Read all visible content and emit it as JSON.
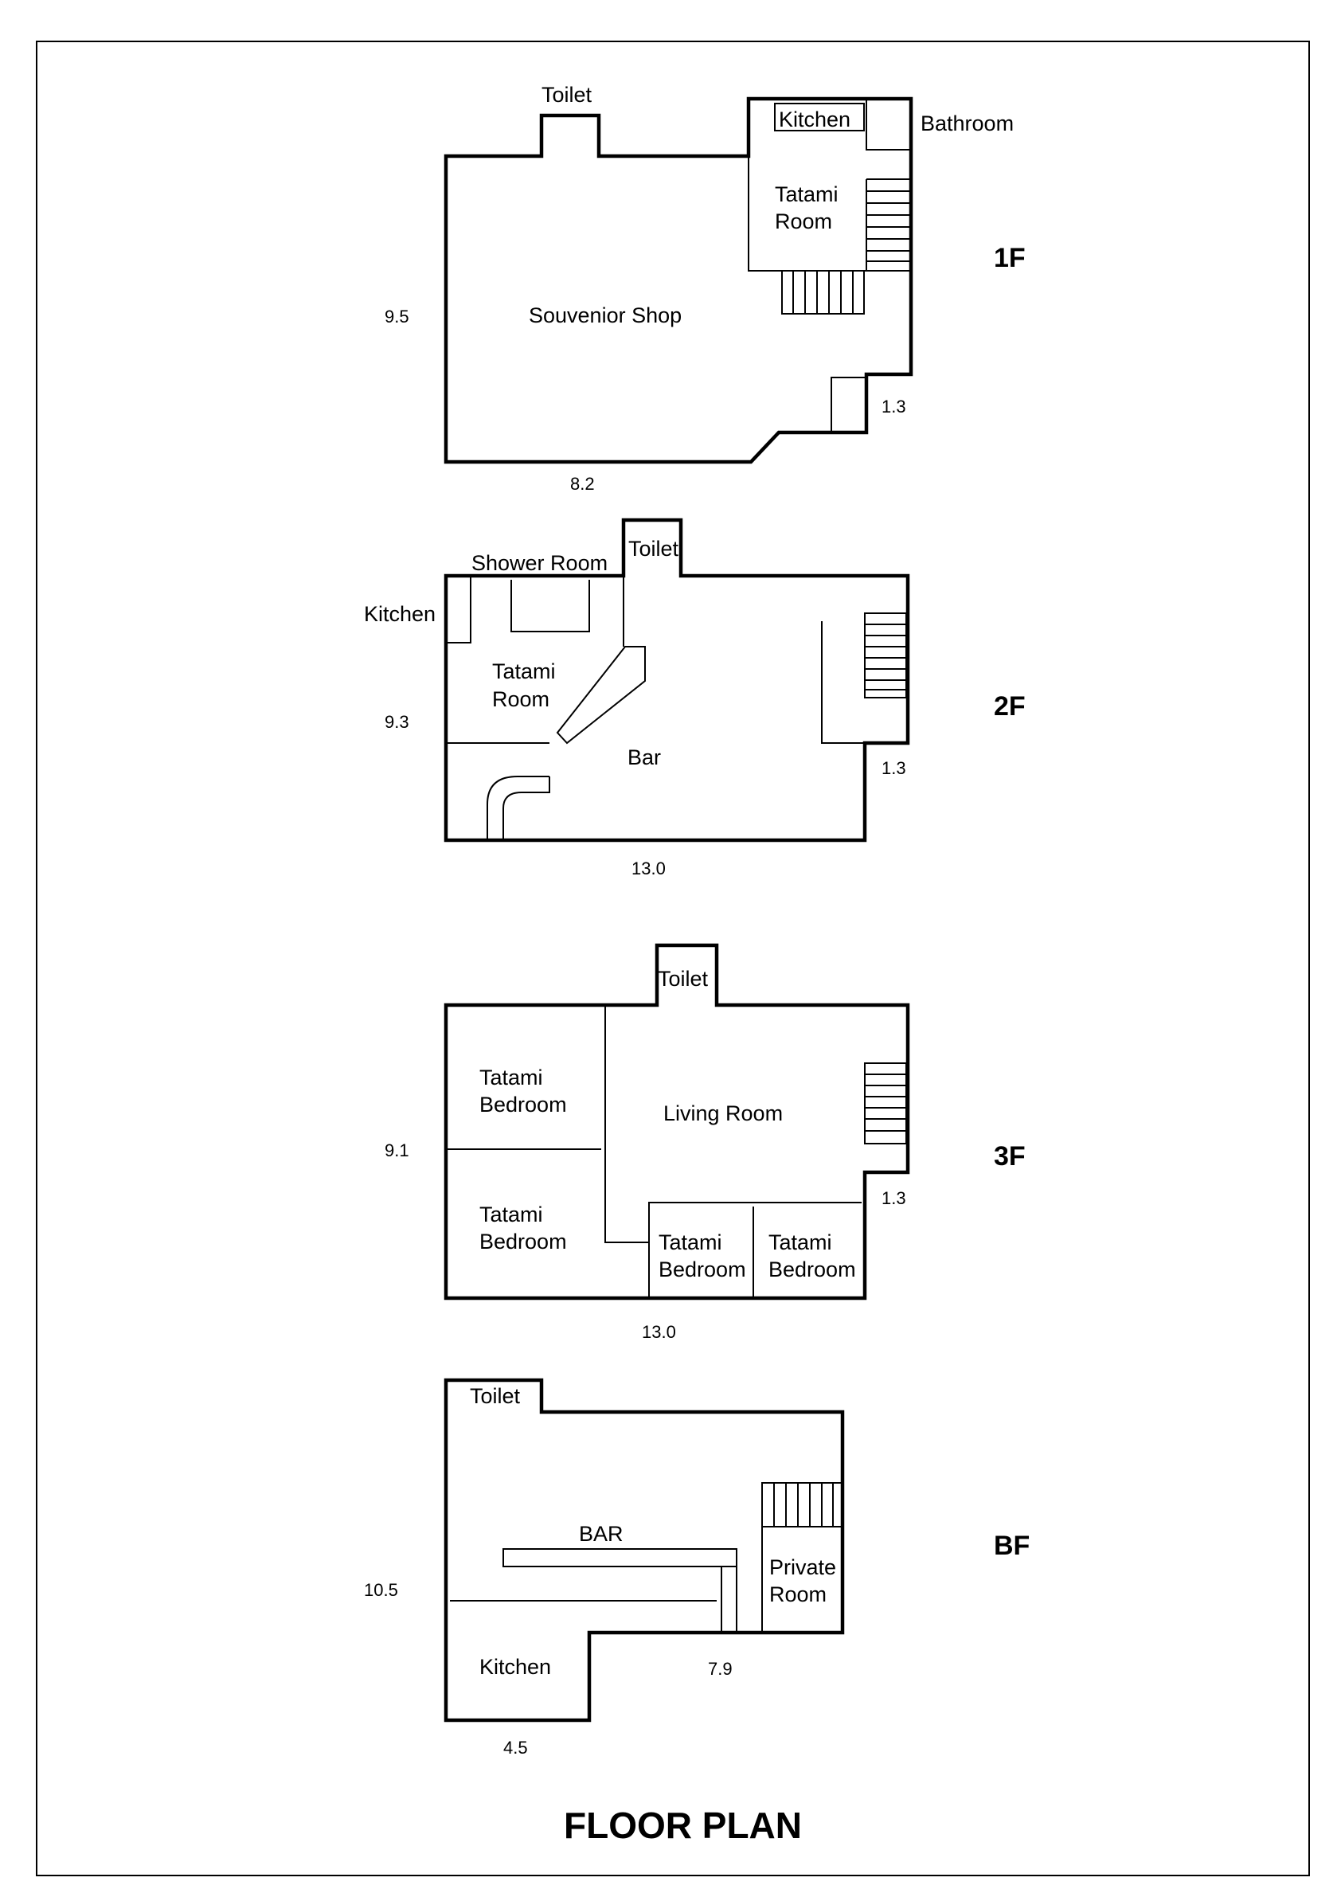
{
  "title": "FLOOR PLAN",
  "floors": {
    "f1": {
      "name": "1F",
      "rooms": {
        "toilet": "Toilet",
        "kitchen": "Kitchen",
        "bathroom": "Bathroom",
        "tatami_1": "Tatami",
        "tatami_2": "Room",
        "shop": "Souvenior Shop"
      },
      "dims": {
        "height": "9.5",
        "width": "8.2",
        "step": "1.3"
      }
    },
    "f2": {
      "name": "2F",
      "rooms": {
        "shower": "Shower Room",
        "toilet": "Toilet",
        "kitchen": "Kitchen",
        "tatami_1": "Tatami",
        "tatami_2": "Room",
        "bar": "Bar"
      },
      "dims": {
        "height": "9.3",
        "width": "13.0",
        "step": "1.3"
      }
    },
    "f3": {
      "name": "3F",
      "rooms": {
        "toilet": "Toilet",
        "tb1_1": "Tatami",
        "tb1_2": "Bedroom",
        "living": "Living Room",
        "tb2_1": "Tatami",
        "tb2_2": "Bedroom",
        "tb3_1": "Tatami",
        "tb3_2": "Bedroom",
        "tb4_1": "Tatami",
        "tb4_2": "Bedroom"
      },
      "dims": {
        "height": "9.1",
        "width": "13.0",
        "step": "1.3"
      }
    },
    "bf": {
      "name": "BF",
      "rooms": {
        "toilet": "Toilet",
        "bar": "BAR",
        "private_1": "Private",
        "private_2": "Room",
        "kitchen": "Kitchen"
      },
      "dims": {
        "height": "10.5",
        "width_a": "7.9",
        "width_b": "4.5"
      }
    }
  }
}
